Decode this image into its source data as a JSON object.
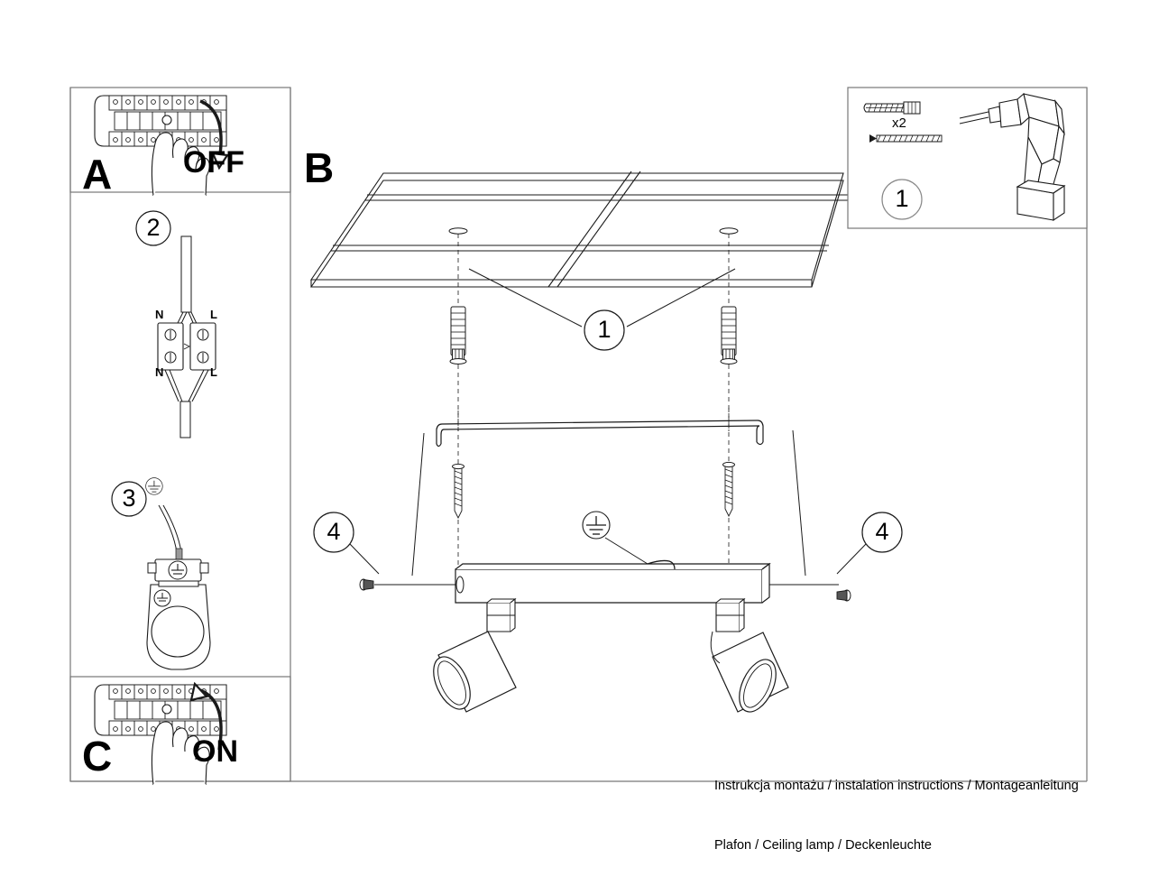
{
  "document": {
    "type": "installation-instruction-sheet",
    "product": "Ceiling lamp / spotlight bar with two adjustable spots",
    "line_color": "#1a1a1a",
    "background_color": "#ffffff"
  },
  "panels": {
    "a": {
      "letter": "A",
      "state_label": "OFF",
      "subject": "circuit-breaker-box",
      "hand": "hand-switching-breaker",
      "arrow_direction": "down"
    },
    "b": {
      "letter": "B",
      "subject": "ceiling-mounting-overview"
    },
    "c": {
      "letter": "C",
      "state_label": "ON",
      "subject": "circuit-breaker-box",
      "hand": "hand-switching-breaker",
      "arrow_direction": "up"
    },
    "tools": {
      "quantity_label": "x2",
      "callout": "1",
      "items": [
        "wall-plug-anchor",
        "wood-screw",
        "power-drill"
      ]
    }
  },
  "steps": [
    {
      "number": "2",
      "subject": "terminal-block-wiring",
      "labels": {
        "top_left": "N",
        "top_right": "L",
        "bottom_left": "N",
        "bottom_right": "L"
      }
    },
    {
      "number": "3",
      "subject": "earth-ground-connection",
      "symbol": "earth-ground-symbol"
    }
  ],
  "callouts": {
    "ceiling_anchor": "1",
    "grub_screw_left": "4",
    "grub_screw_right": "4"
  },
  "main_diagram": {
    "earth_symbol": "earth-ground-symbol",
    "parts": [
      "ceiling-panel",
      "wall-plug-anchor-left",
      "wall-plug-anchor-right",
      "mounting-bracket-bar",
      "mounting-screw-left",
      "mounting-screw-right",
      "lamp-body-bar",
      "spotlight-head-left",
      "spotlight-head-right",
      "grub-screw-left",
      "grub-screw-right"
    ]
  },
  "caption": {
    "line1": "Instrukcja montażu / instalation instructions / Montageanleitung",
    "line2": "Plafon / Ceiling lamp / Deckenleuchte"
  }
}
